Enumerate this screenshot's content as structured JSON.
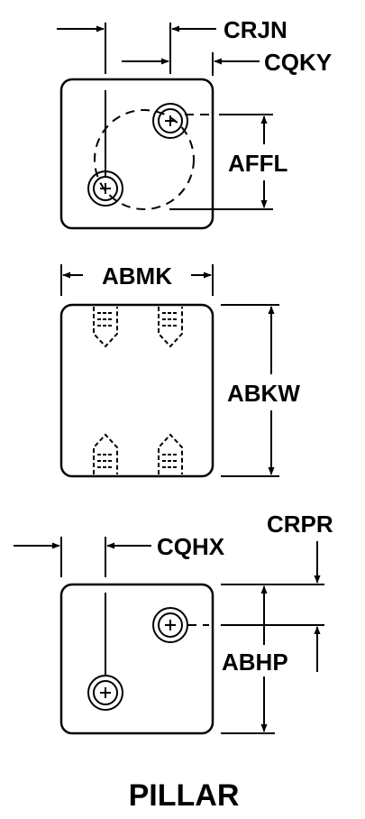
{
  "labels": {
    "crjn": "CRJN",
    "cqky": "CQKY",
    "affl": "AFFL",
    "abmk": "ABMK",
    "abkw": "ABKW",
    "crpr": "CRPR",
    "cqhx": "CQHX",
    "abhp": "ABHP"
  },
  "caption": "PILLAR"
}
